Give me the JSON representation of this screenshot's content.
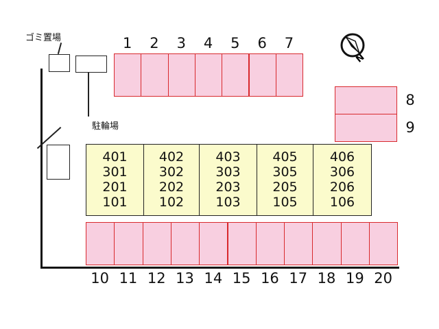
{
  "labels": {
    "garbage": "ゴミ置場",
    "bicycle": "駐輪場"
  },
  "compass": {
    "letter": "N"
  },
  "slots_top": [
    "1",
    "2",
    "3",
    "4",
    "5",
    "6",
    "7"
  ],
  "slots_right": [
    "8",
    "9"
  ],
  "slots_bottom": [
    "10",
    "11",
    "12",
    "13",
    "14",
    "15",
    "16",
    "17",
    "18",
    "19",
    "20"
  ],
  "units": [
    [
      "401",
      "301",
      "201",
      "101"
    ],
    [
      "402",
      "302",
      "202",
      "102"
    ],
    [
      "403",
      "303",
      "203",
      "103"
    ],
    [
      "405",
      "305",
      "205",
      "105"
    ],
    [
      "406",
      "306",
      "206",
      "106"
    ]
  ],
  "colors": {
    "slot_fill": "#f8cfe0",
    "slot_border": "#d8282c",
    "building_fill": "#fbfbcc"
  }
}
